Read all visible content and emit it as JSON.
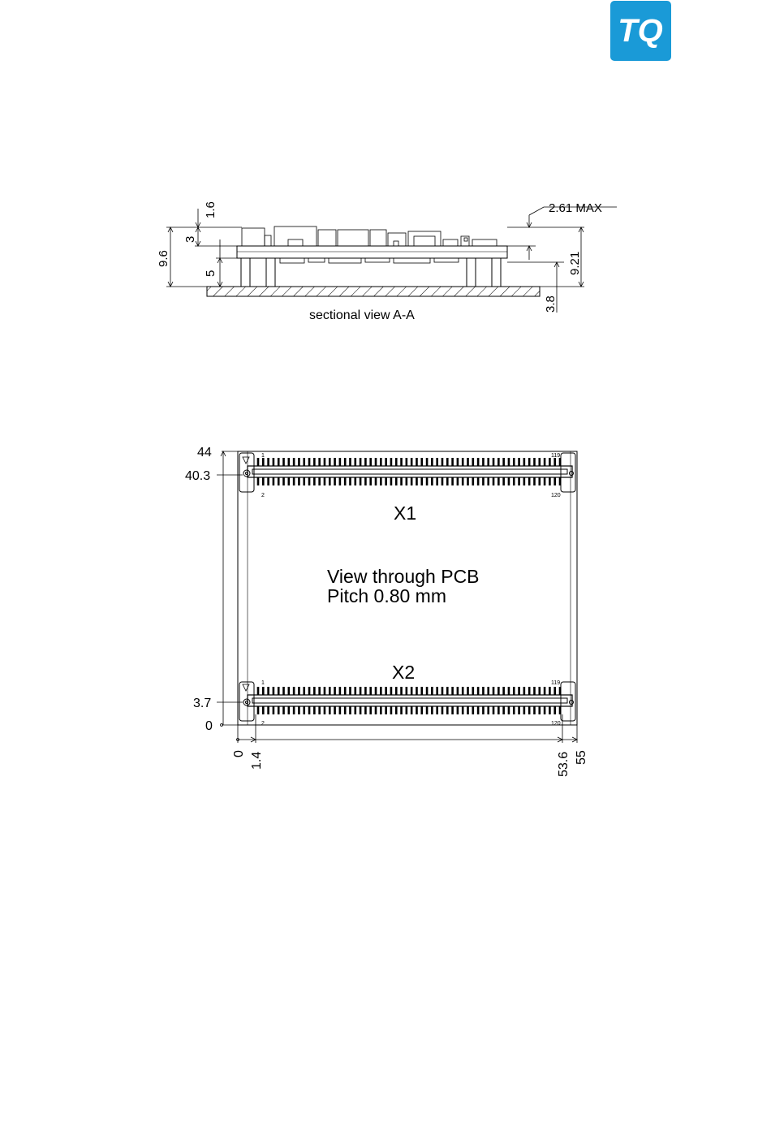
{
  "logo": {
    "text": "TQ",
    "color": "#1a9ad7"
  },
  "side_view": {
    "caption": "sectional view A-A",
    "dims": {
      "top_gap": "1.6",
      "component_height": "3",
      "total_height": "9.6",
      "connector_height": "5",
      "max_top": "2.61 MAX",
      "right_height": "9.21",
      "base_offset": "3.8"
    }
  },
  "bottom_view": {
    "label_x1": "X1",
    "label_x2": "X2",
    "note_line1": "View through PCB",
    "note_line2": "Pitch 0.80 mm",
    "pin_labels": {
      "first": "1",
      "second": "2",
      "last_odd": "119",
      "last_even": "120"
    },
    "y_dims": [
      "44",
      "40.3",
      "3.7",
      "0"
    ],
    "x_dims": [
      "0",
      "1.4",
      "53.6",
      "55"
    ]
  }
}
